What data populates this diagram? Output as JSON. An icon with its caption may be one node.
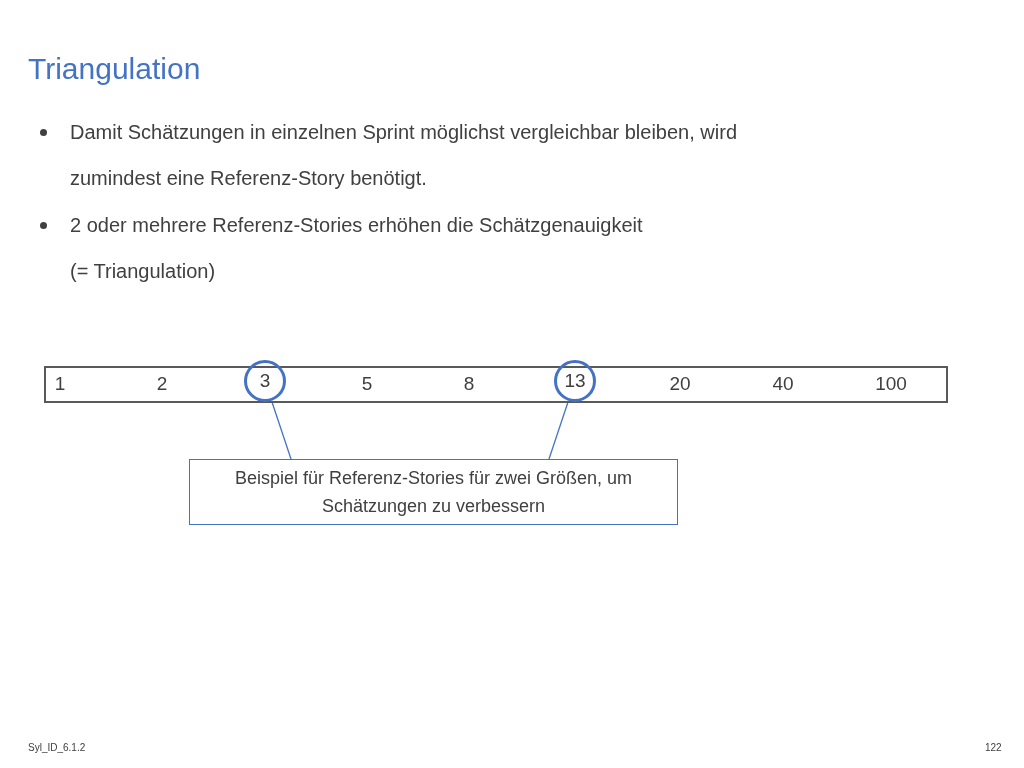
{
  "diagram": {
    "title": "Triangulation",
    "nodes": [
      {
        "text": [],
        "shape": "bar"
      },
      {
        "text": [
          "1"
        ],
        "in": 0
      },
      {
        "text": [
          "2"
        ],
        "in": 0
      },
      {
        "text": [
          "3"
        ],
        "in": 0
      },
      {
        "text": [
          "5"
        ],
        "in": 0
      },
      {
        "text": [
          "8"
        ],
        "in": 0
      },
      {
        "text": [
          "13"
        ],
        "in": 0
      },
      {
        "text": [
          "20"
        ],
        "in": 0
      },
      {
        "text": [
          "40"
        ],
        "in": 0
      },
      {
        "text": [
          "100"
        ],
        "in": 0
      },
      {
        "text": [
          "Beispiel für Referenz-Stories für zwei Größen, um Schätzungen zu verbessern"
        ]
      }
    ],
    "edges": [
      {
        "from": 10,
        "to": 3,
        "arrow": "none"
      },
      {
        "from": 10,
        "to": 6,
        "arrow": "none"
      }
    ],
    "labels": [
      "Damit Schätzungen in einzelnen Sprint möglichst vergleichbar bleiben, wird zumindest eine Referenz-Story benötigt.",
      "2 oder mehrere Referenz-Stories erhöhen die Schätzgenauigkeit (= Triangulation)",
      "Syl_ID_6.1.2",
      "122"
    ]
  }
}
